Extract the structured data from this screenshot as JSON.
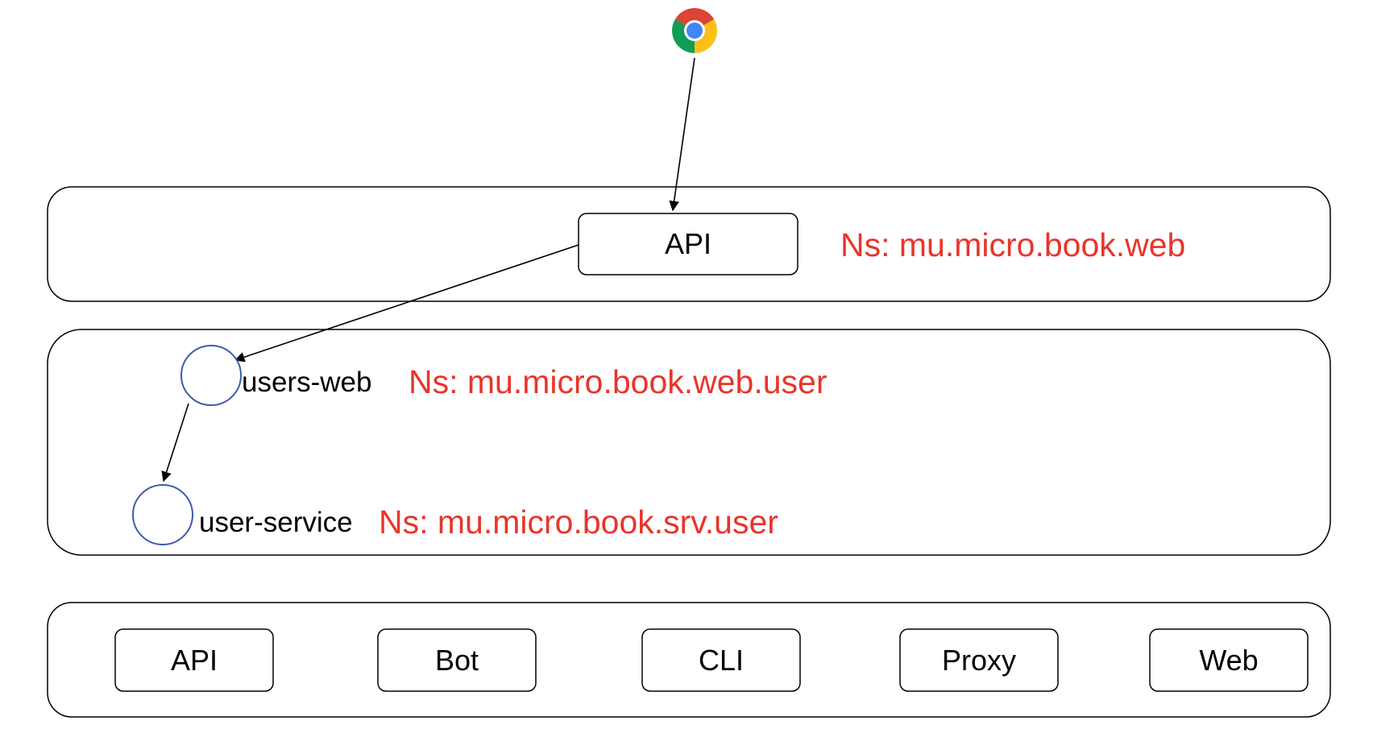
{
  "layers": {
    "api_layer": {
      "box_label": "API",
      "namespace": "Ns:  mu.micro.book.web"
    },
    "services_layer": {
      "users_web": {
        "label": "users-web",
        "namespace": "Ns:  mu.micro.book.web.user"
      },
      "user_service": {
        "label": "user-service",
        "namespace": "Ns:  mu.micro.book.srv.user"
      }
    },
    "toolkit_layer": {
      "items": [
        "API",
        "Bot",
        "CLI",
        "Proxy",
        "Web"
      ]
    }
  },
  "icons": {
    "browser": "chrome-browser-icon"
  },
  "colors": {
    "namespace_text": "#e8352b",
    "service_circle": "#3b5da8",
    "outline": "#000000"
  }
}
